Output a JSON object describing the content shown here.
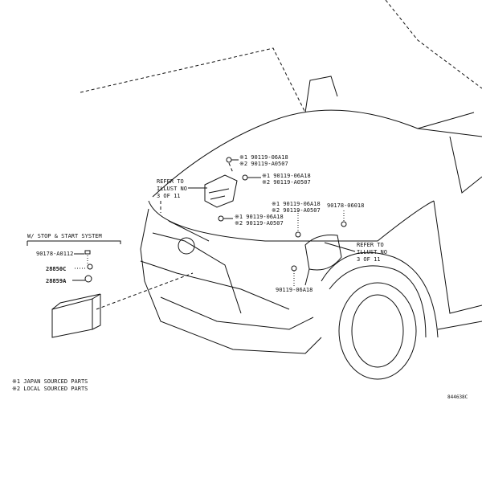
{
  "callouts": {
    "bolt_top": {
      "j": "※1 90119-06A18",
      "l": "※2 90119-A0507"
    },
    "bolt_right": {
      "j": "※1 90119-06A18",
      "l": "※2 90119-A0507"
    },
    "bolt_lower": {
      "j": "※1 90119-06A18",
      "l": "※2 90119-A0507"
    },
    "bolt_center": {
      "j": "※1 90119-06A18",
      "l": "※2 90119-A0507"
    },
    "nut_right": "90178-06018",
    "bolt_bottom": "90119-06A18"
  },
  "refer_left": {
    "l1": "REFER TO",
    "l2": "ILLUST NO",
    "l3": "3 OF 11"
  },
  "refer_right": {
    "l1": "REFER TO",
    "l2": "ILLUST NO",
    "l3": "3 OF 11"
  },
  "stop_start_box": {
    "title": "W/ STOP & START SYSTEM",
    "parts": [
      "90178-A0112",
      "28850C",
      "28859A"
    ]
  },
  "notes": [
    "※1 JAPAN SOURCED PARTS",
    "※2 LOCAL SOURCED PARTS"
  ],
  "diagram_code": "844638C"
}
